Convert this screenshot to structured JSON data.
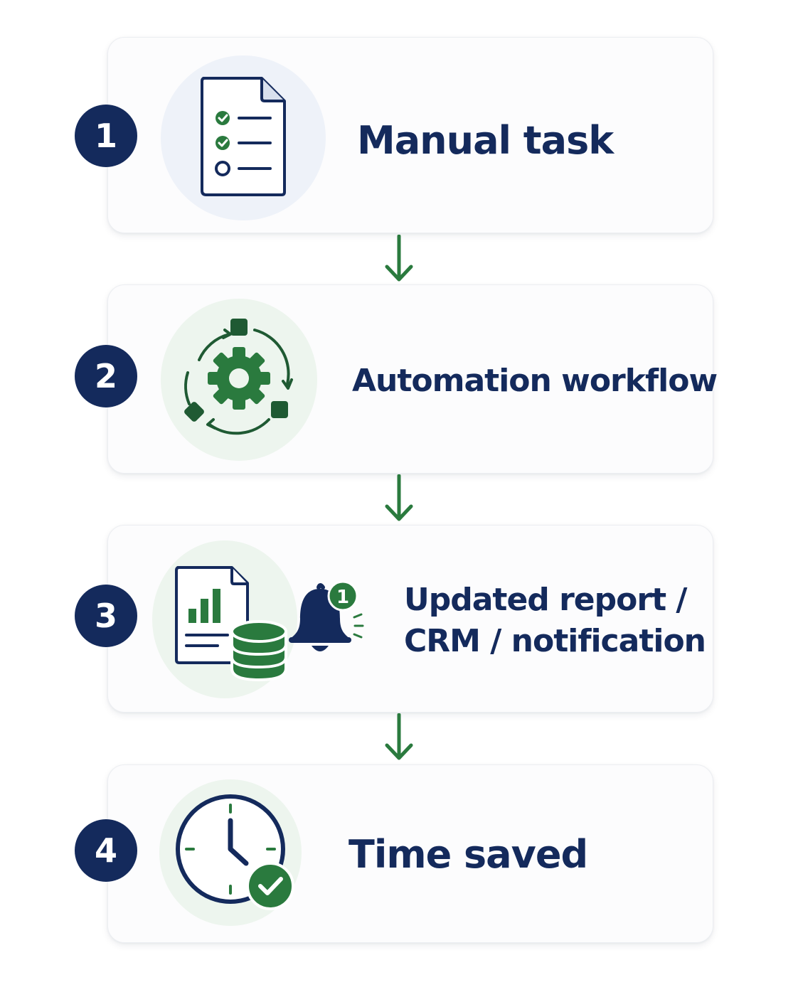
{
  "steps": [
    {
      "number": "1",
      "label": "Manual task",
      "icon": "checklist-document-icon"
    },
    {
      "number": "2",
      "label": "Automation workflow",
      "icon": "gear-cycle-icon"
    },
    {
      "number": "3",
      "label_line1": "Updated report /",
      "label_line2": "CRM / notification",
      "icon": "report-database-bell-icon",
      "badge": "1"
    },
    {
      "number": "4",
      "label": "Time saved",
      "icon": "clock-check-icon"
    }
  ],
  "colors": {
    "navy": "#142a5c",
    "green": "#2a7a3e",
    "card_background": "#fcfcfd",
    "icon_bg_blue": "#eef2f9",
    "icon_bg_green": "#edf5ee"
  }
}
